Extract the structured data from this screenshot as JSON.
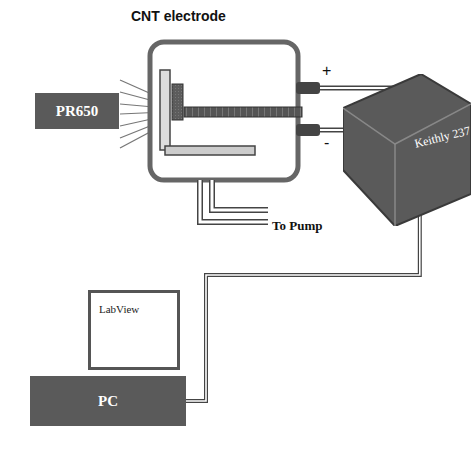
{
  "diagram": {
    "nodes": [
      {
        "text": [
          "PR650"
        ]
      },
      {
        "text": [
          "Keithly 237"
        ]
      },
      {
        "text": [
          "LabView"
        ]
      },
      {
        "text": [
          "PC"
        ]
      }
    ],
    "edges": [
      {
        "from": 1,
        "to": 3,
        "arrow": "none"
      }
    ],
    "labels": [
      "CNT electrode",
      "+",
      "-",
      "To Pump"
    ]
  }
}
